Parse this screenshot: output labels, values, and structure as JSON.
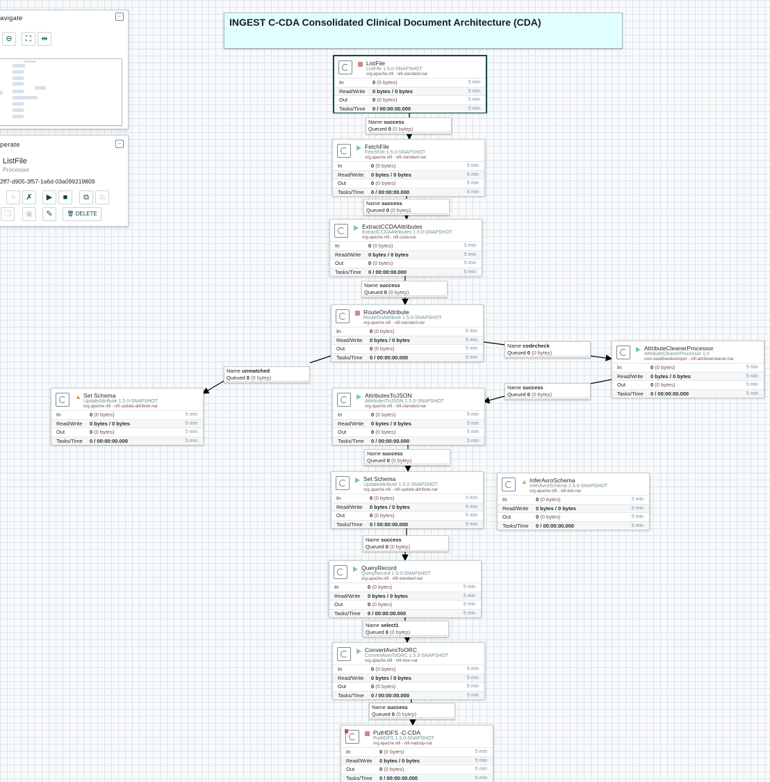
{
  "navigate": {
    "title": "avigate",
    "collapse_glyph": "−",
    "zoom_icon": "zoom-out-icon",
    "fit_icon": "fit-icon",
    "actual_icon": "actual-size-icon"
  },
  "operate": {
    "title": "perate",
    "collapse_glyph": "−",
    "name": "ListFile",
    "type": "Processor",
    "id": "2ff7-d905-3f57-1a6d-03a099219809",
    "delete_label": "DELETE"
  },
  "label": {
    "text": "INGEST C-CDA Consolidated Clinical Document Architecture (CDA)"
  },
  "stat_labels": {
    "in": "In",
    "rw": "Read/Write",
    "out": "Out",
    "tasks": "Tasks/Time",
    "window": "5 min"
  },
  "stats": {
    "io": "0",
    "bytes": "(0 bytes)",
    "rw": "0 bytes / 0 bytes",
    "tasks": "0 / 00:00:00.000"
  },
  "conn_labels": {
    "name": "Name",
    "queued": "Queued",
    "queue_value": "0",
    "queue_bytes": "(0 bytes)"
  },
  "processors": [
    {
      "name": "ListFile",
      "type": "ListFile 1.5.0-SNAPSHOT",
      "bundle": "org.apache.nifi - nifi-standard-nar",
      "state": "stopped"
    },
    {
      "name": "FetchFile",
      "type": "FetchFile 1.5.0-SNAPSHOT",
      "bundle": "org.apache.nifi - nifi-standard-nar",
      "state": "running"
    },
    {
      "name": "ExtractCCDAAttributes",
      "type": "ExtractCCDAAttributes 1.5.0-SNAPSHOT",
      "bundle": "org.apache.nifi - nifi-ccda-nar",
      "state": "running"
    },
    {
      "name": "RouteOnAttribute",
      "type": "RouteOnAttribute 1.5.0-SNAPSHOT",
      "bundle": "org.apache.nifi - nifi-standard-nar",
      "state": "stopped"
    },
    {
      "name": "AttributeCleanerProcessor",
      "type": "AttributeCleanerProcessor 1.0",
      "bundle": "com.dataflowdeveloper - nifi-attributecleaner-nar",
      "state": "running"
    },
    {
      "name": "Set Schema",
      "type": "UpdateAttribute 1.5.0-SNAPSHOT",
      "bundle": "org.apache.nifi - nifi-update-attribute-nar",
      "state": "invalid"
    },
    {
      "name": "AttributesToJSON",
      "type": "AttributesToJSON 1.5.0-SNAPSHOT",
      "bundle": "org.apache.nifi - nifi-standard-nar",
      "state": "running"
    },
    {
      "name": "Set Schema",
      "type": "UpdateAttribute 1.5.0-SNAPSHOT",
      "bundle": "org.apache.nifi - nifi-update-attribute-nar",
      "state": "running"
    },
    {
      "name": "InferAvroSchema",
      "type": "InferAvroSchema 1.5.0-SNAPSHOT",
      "bundle": "org.apache.nifi - nifi-kite-nar",
      "state": "invalid"
    },
    {
      "name": "QueryRecord",
      "type": "QueryRecord 1.5.0-SNAPSHOT",
      "bundle": "org.apache.nifi - nifi-standard-nar",
      "state": "running"
    },
    {
      "name": "ConvertAvroToORC",
      "type": "ConvertAvroToORC 1.5.0-SNAPSHOT",
      "bundle": "org.apache.nifi - nifi-hive-nar",
      "state": "running",
      "extra": "1"
    },
    {
      "name": "PutHDFS -C-CDA",
      "type": "PutHDFS 1.5.0-SNAPSHOT",
      "bundle": "org.apache.nifi - nifi-hadoop-nar",
      "state": "stopped"
    }
  ],
  "connections": [
    {
      "name": "success"
    },
    {
      "name": "success"
    },
    {
      "name": "success"
    },
    {
      "name": "codecheck"
    },
    {
      "name": "unmatched"
    },
    {
      "name": "success"
    },
    {
      "name": "success"
    },
    {
      "name": "success"
    },
    {
      "name": "select1"
    },
    {
      "name": "success"
    }
  ]
}
